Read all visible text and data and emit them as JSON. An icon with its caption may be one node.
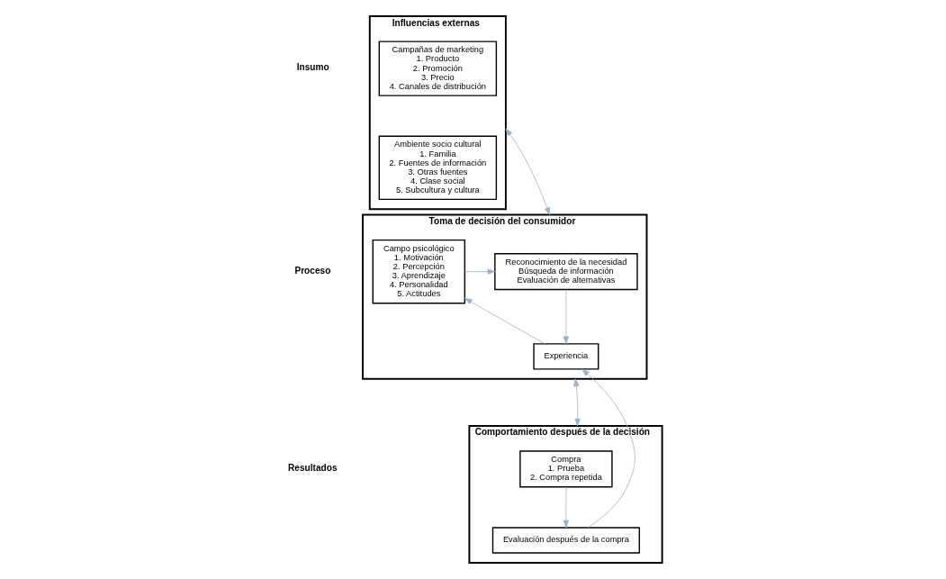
{
  "diagram": {
    "nodes": [
      {
        "text": [
          "Influencias externas"
        ]
      },
      {
        "text": [
          "Campañas de marketing",
          "1. Producto",
          "2. Promoción",
          "3. Precio",
          "4. Canales de distribución"
        ],
        "in": 0
      },
      {
        "text": [
          "Ambiente socio cultural",
          "1. Familia",
          "2. Fuentes de información",
          "3. Otras fuentes",
          "4. Clase social",
          "5. Subcultura y cultura"
        ],
        "in": 0
      },
      {
        "text": [
          "Toma de decisión del consumidor"
        ]
      },
      {
        "text": [
          "Reconocimiento de la necesidad",
          "Búsqueda de información",
          "Evaluación de alternativas"
        ],
        "in": 3
      },
      {
        "text": [
          "Campo psicológico",
          "1. Motivación",
          "2. Percepción",
          "3. Aprendizaje",
          "4. Personalidad",
          "5. Actitudes"
        ],
        "in": 3
      },
      {
        "text": [
          "Experiencia"
        ],
        "in": 3
      },
      {
        "text": [
          "Comportamiento después de la decisión"
        ]
      },
      {
        "text": [
          "Compra",
          "1. Prueba",
          "2. Compra repetida"
        ],
        "in": 7
      },
      {
        "text": [
          "Evaluación después de la compra"
        ],
        "in": 7
      }
    ],
    "edges": [
      {
        "from": 0,
        "to": 3,
        "arrow": "both"
      },
      {
        "from": 5,
        "to": 4,
        "arrow": "to"
      },
      {
        "from": 4,
        "to": 6,
        "arrow": "to"
      },
      {
        "from": 6,
        "to": 5,
        "arrow": "to"
      },
      {
        "from": 3,
        "to": 7,
        "arrow": "both"
      },
      {
        "from": 8,
        "to": 9,
        "arrow": "to"
      },
      {
        "from": 9,
        "to": 6,
        "arrow": "to"
      }
    ],
    "labels": [
      "Insumo",
      "Proceso",
      "Resultados"
    ]
  }
}
